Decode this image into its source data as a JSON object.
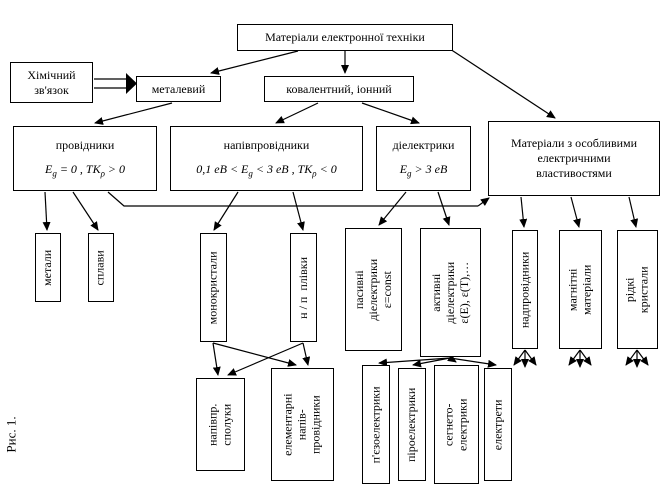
{
  "figure_label": "Рис. 1.",
  "title": "Матеріали електронної техніки",
  "bond": {
    "label": "Хімічний\nзв'язок",
    "metallic": "металевий",
    "covalent": "ковалентний, іонний"
  },
  "classes": {
    "conductors": {
      "name": "провідники",
      "formula": "E_{g} = 0 , ТК_{ρ} > 0"
    },
    "semiconductors": {
      "name": "напівпровідники",
      "formula": "0,1 еВ < E_{g} < 3 еВ , ТК_{ρ} < 0"
    },
    "dielectrics": {
      "name": "діелектрики",
      "formula": "E_{g} > 3 еВ"
    },
    "special": {
      "name": "Матеріали з особливими\nелектричними\nвластивостями"
    }
  },
  "subtypes": {
    "metals": "метали",
    "alloys": "сплави",
    "monocrystals": "монокристали",
    "np_films": "н / п  плівки",
    "passive_dielectrics": "пасивні\nдіелектрики\nε=const",
    "active_dielectrics": "активні\nдіелектрики\nε(Е), ε(Т),…",
    "superconductors": "надпровідники",
    "magnetic_materials": "магнітні\nматеріали",
    "liquid_crystals": "рідкі\nкристали"
  },
  "leaves": {
    "semiconductor_compounds": "напівпр.\nсполуки",
    "elementary_semiconductors": "елементарні\nнапів-\nпровідники",
    "piezoelectrics": "п'єзоелектрики",
    "pyroelectrics": "піроелектрики",
    "ferroelectrics": "сегнето-\nелектрики",
    "electrets": "електрети"
  }
}
